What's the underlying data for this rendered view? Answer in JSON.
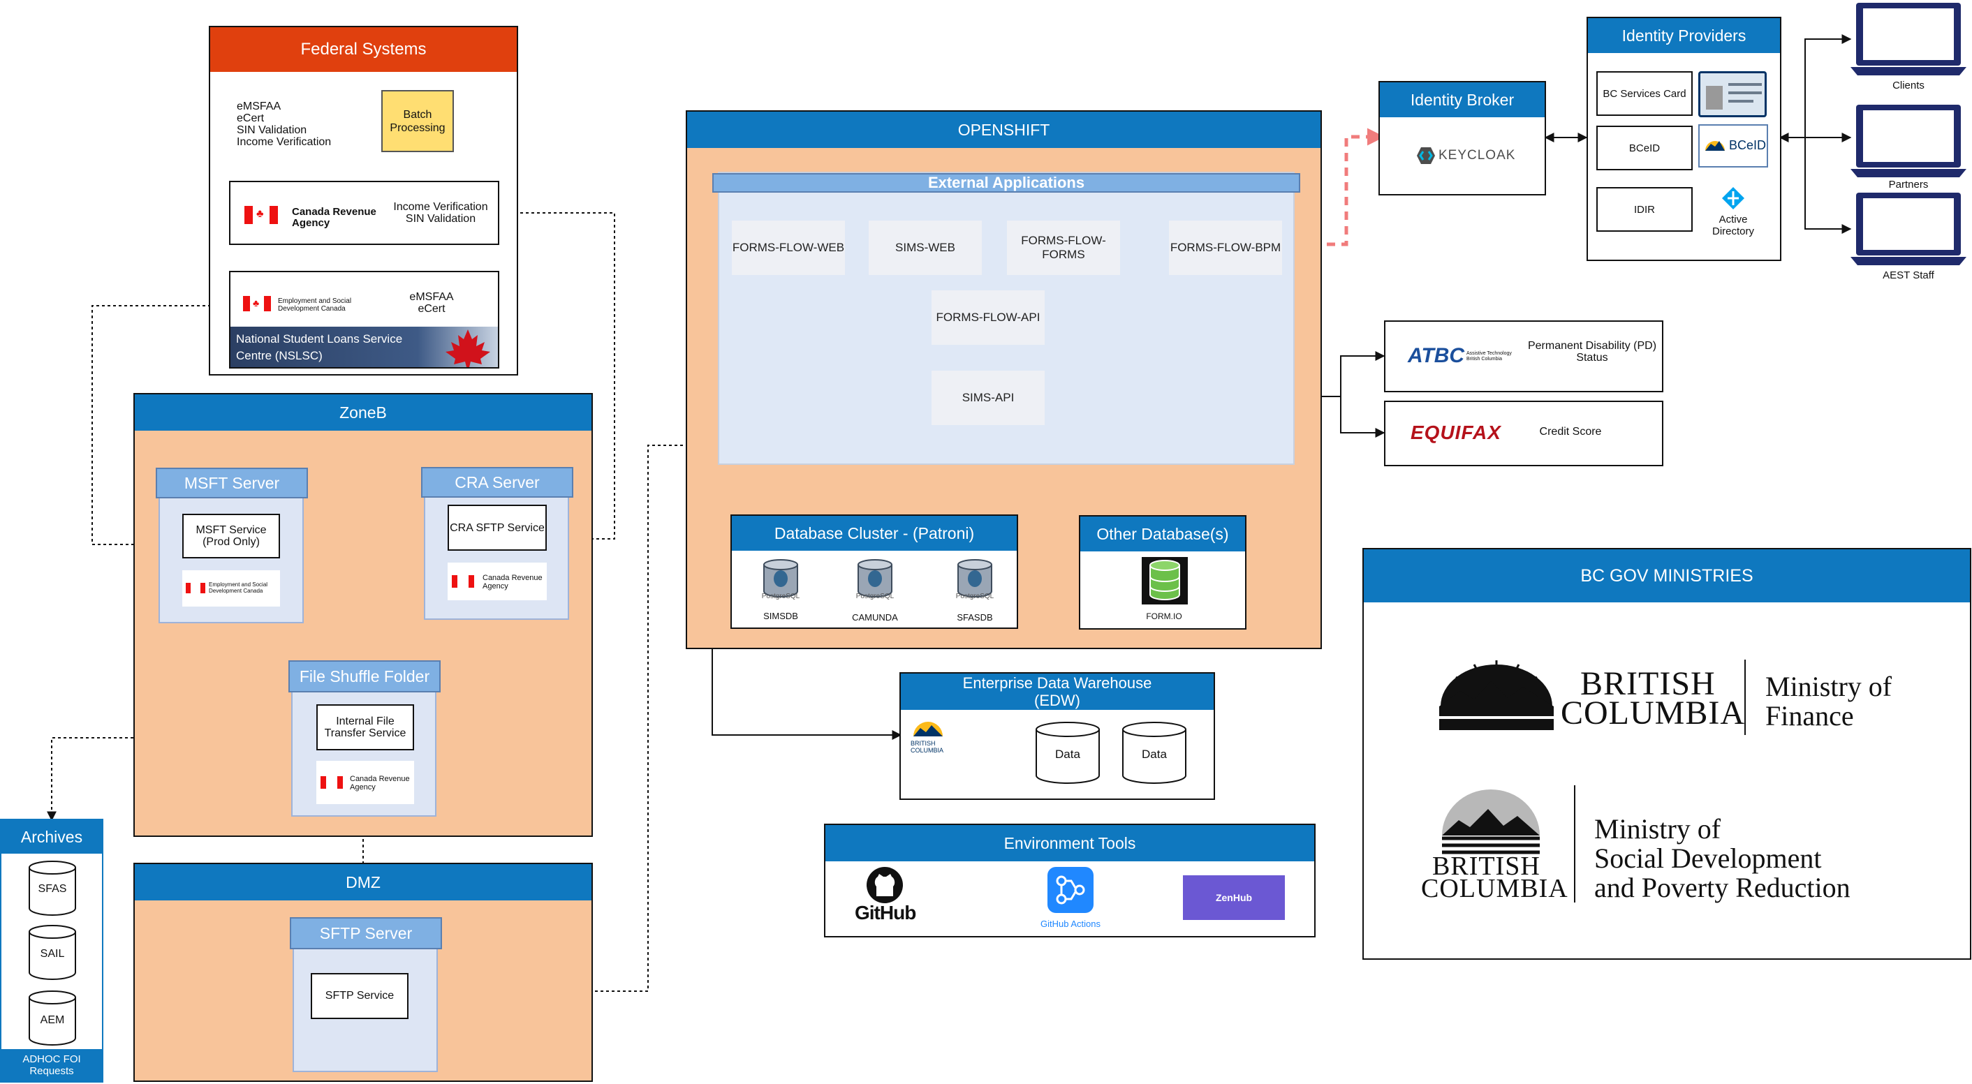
{
  "federal": {
    "title": "Federal Systems",
    "systems_list": [
      "eMSFAA",
      "eCert",
      "SIN Validation",
      "Income Verification"
    ],
    "batch": "Batch Processing",
    "cra_name": "Canada Revenue Agency",
    "cra_desc": "Income Verification SIN Validation",
    "esdc_name": "Employment and Social Development Canada",
    "esdc_desc": "eMSFAA eCert",
    "nslsc": "National Student Loans Service Centre (NSLSC)"
  },
  "zoneb": {
    "title": "ZoneB",
    "msft_header": "MSFT Server",
    "msft_service": "MSFT Service (Prod Only)",
    "msft_logo": "Employment and Social Development Canada",
    "cra_header": "CRA Server",
    "cra_service": "CRA SFTP Service",
    "cra_logo": "Canada Revenue Agency",
    "fsf_header": "File Shuffle Folder",
    "fsf_service": "Internal File Transfer Service",
    "fsf_logo": "Canada Revenue Agency"
  },
  "dmz": {
    "title": "DMZ",
    "sftp_header": "SFTP Server",
    "sftp_service": "SFTP Service"
  },
  "archives": {
    "title": "Archives",
    "items": [
      "SFAS",
      "SAIL",
      "AEM"
    ],
    "footer": "ADHOC FOI Requests"
  },
  "openshift": {
    "title": "OPENSHIFT",
    "ext_apps": "External Applications",
    "apps": [
      "FORMS-FLOW-WEB",
      "SIMS-WEB",
      "FORMS-FLOW-FORMS",
      "FORMS-FLOW-BPM"
    ],
    "api": "FORMS-FLOW-API",
    "sims_api": "SIMS-API",
    "db_cluster": "Database Cluster - (Patroni)",
    "dbs": [
      "SIMSDB",
      "CAMUNDA",
      "SFASDB"
    ],
    "other_db": "Other Database(s)",
    "other_db_item": "FORM.IO",
    "pg_label": "PostgreSQL"
  },
  "edw": {
    "title": "Enterprise Data Warehouse (EDW)",
    "bc_logo": "BRITISH COLUMBIA",
    "data": [
      "Data",
      "Data"
    ]
  },
  "envtools": {
    "title": "Environment Tools",
    "github": "GitHub",
    "gh_actions": "GitHub Actions",
    "zenhub": "ZenHub"
  },
  "identity": {
    "broker_title": "Identity Broker",
    "keycloak": "KEYCLOAK",
    "providers_title": "Identity Providers",
    "bcsc": "BC Services Card",
    "bceid": "BCeID",
    "idir": "IDIR",
    "ad": "Active Directory",
    "bceid_logo": "BCeID",
    "users": [
      "Clients",
      "Partners",
      "AEST Staff"
    ]
  },
  "external": {
    "atbc_logo": "ATBC",
    "atbc_small": "Assistive Technology British Columbia",
    "atbc_desc": "Permanent Disability (PD) Status",
    "equifax_logo": "EQUIFAX",
    "equifax_desc": "Credit Score"
  },
  "ministries": {
    "title": "BC GOV MINISTRIES",
    "bc1_line1": "BRITISH",
    "bc1_line2": "COLUMBIA",
    "min1_line1": "Ministry of",
    "min1_line2": "Finance",
    "bc2_line1": "BRITISH",
    "bc2_line2": "COLUMBIA",
    "min2_line1": "Ministry of",
    "min2_line2": "Social Development",
    "min2_line3": "and Poverty Reduction"
  }
}
